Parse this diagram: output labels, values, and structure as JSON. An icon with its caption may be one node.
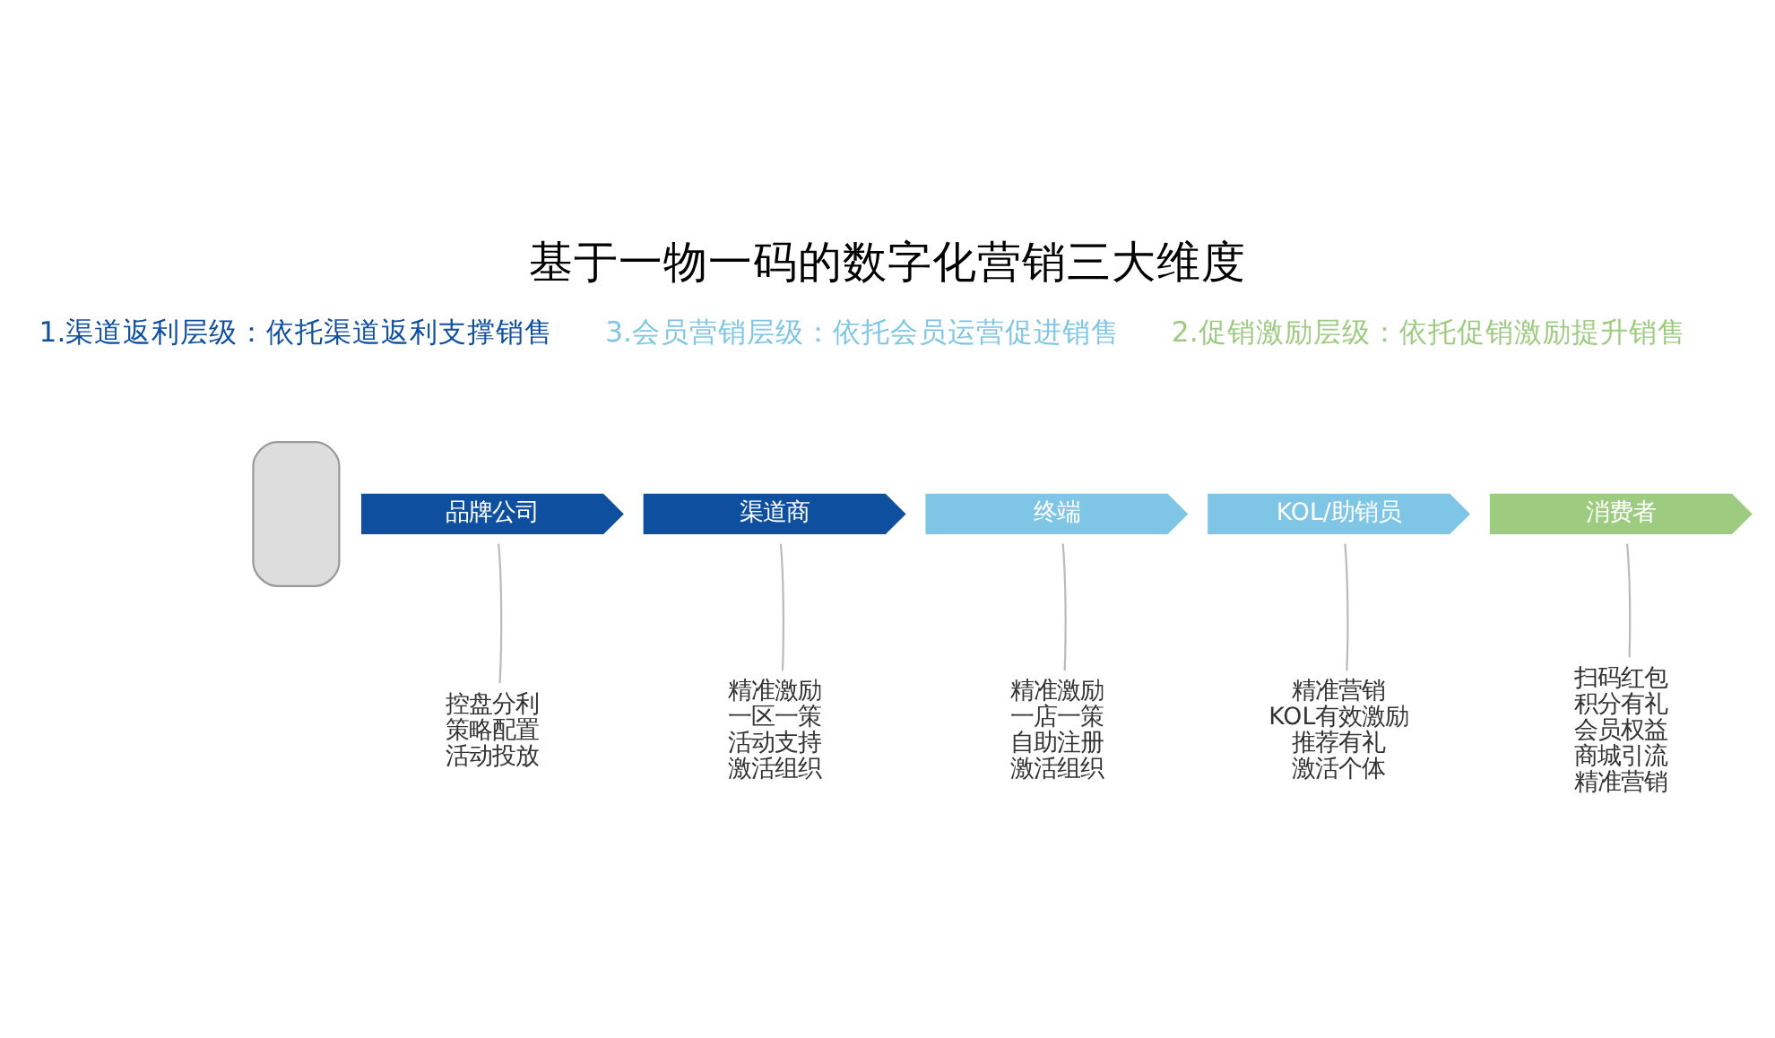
{
  "diagram": {
    "title": "基于一物一码的数字化营销三大维度",
    "nodes": [
      {
        "text": [],
        "shape": "box"
      },
      {
        "text": [
          "品牌公司"
        ]
      },
      {
        "text": [
          "渠道商"
        ]
      },
      {
        "text": [
          "终端"
        ]
      },
      {
        "text": [
          "KOL/助销员"
        ]
      },
      {
        "text": [
          "消费者"
        ]
      },
      {
        "text": [
          "控盘分利",
          "策略配置",
          "活动投放"
        ]
      },
      {
        "text": [
          "精准激励",
          "一区一策",
          "活动支持",
          "激活组织"
        ]
      },
      {
        "text": [
          "精准激励",
          "一店一策",
          "自助注册",
          "激活组织"
        ]
      },
      {
        "text": [
          "精准营销",
          "KOL有效激励",
          "推荐有礼",
          "激活个体"
        ]
      },
      {
        "text": [
          "扫码红包",
          "积分有礼",
          "会员权益",
          "商城引流",
          "精准营销"
        ]
      }
    ],
    "edges": [
      {
        "from": 6,
        "to": 1,
        "arrow": "none"
      },
      {
        "from": 7,
        "to": 2,
        "arrow": "none"
      },
      {
        "from": 8,
        "to": 3,
        "arrow": "none"
      },
      {
        "from": 9,
        "to": 4,
        "arrow": "none"
      },
      {
        "from": 10,
        "to": 5,
        "arrow": "none"
      }
    ],
    "labels": [
      "1.渠道返利层级：依托渠道返利支撑销售",
      "3.会员营销层级：依托会员运营促进销售",
      "2.促销激励层级：依托促销激励提升销售"
    ]
  }
}
